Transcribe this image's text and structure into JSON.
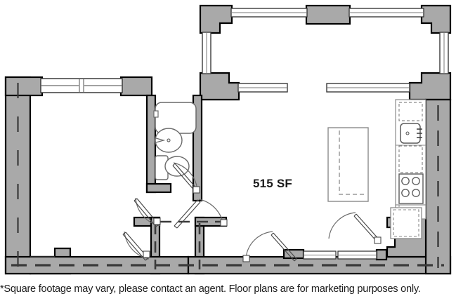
{
  "document": {
    "type": "floor-plan",
    "area_label": "515 SF",
    "disclaimer": "*Square footage may vary, please contact an agent. Floor plans are for marketing purposes only."
  },
  "colors": {
    "wall_fill": "#a9a9a9",
    "wall_stroke": "#000000",
    "fixture_stroke": "#555555",
    "dash_line": "#3a3a3a",
    "background": "#ffffff",
    "text": "#1b1b1b"
  },
  "rooms": [
    {
      "name": "bedroom",
      "label": ""
    },
    {
      "name": "bathroom",
      "label": ""
    },
    {
      "name": "living-dining",
      "label": "515 SF"
    },
    {
      "name": "kitchen",
      "label": ""
    },
    {
      "name": "entry-foyer",
      "label": ""
    },
    {
      "name": "closet",
      "label": ""
    }
  ],
  "fixtures": [
    {
      "name": "bathtub",
      "room": "bathroom"
    },
    {
      "name": "bathroom-sink",
      "room": "bathroom"
    },
    {
      "name": "toilet",
      "room": "bathroom"
    },
    {
      "name": "vanity-cabinet",
      "room": "bathroom"
    },
    {
      "name": "kitchen-sink",
      "room": "kitchen"
    },
    {
      "name": "stove-range",
      "room": "kitchen"
    },
    {
      "name": "upper-cabinet",
      "room": "kitchen"
    },
    {
      "name": "base-cabinet",
      "room": "kitchen"
    },
    {
      "name": "kitchen-island",
      "room": "living-dining"
    }
  ],
  "doors": [
    {
      "name": "bathroom-door"
    },
    {
      "name": "bedroom-door"
    },
    {
      "name": "closet-door"
    },
    {
      "name": "entry-door"
    },
    {
      "name": "coat-closet-door"
    },
    {
      "name": "unit-entry-door"
    }
  ],
  "windows": [
    {
      "name": "window-bedroom-north"
    },
    {
      "name": "window-bay-north-left"
    },
    {
      "name": "window-bay-north-right"
    },
    {
      "name": "window-bay-west"
    },
    {
      "name": "window-bay-east"
    },
    {
      "name": "window-living-west"
    },
    {
      "name": "window-living-east"
    },
    {
      "name": "window-south-left"
    },
    {
      "name": "window-south-right"
    }
  ]
}
